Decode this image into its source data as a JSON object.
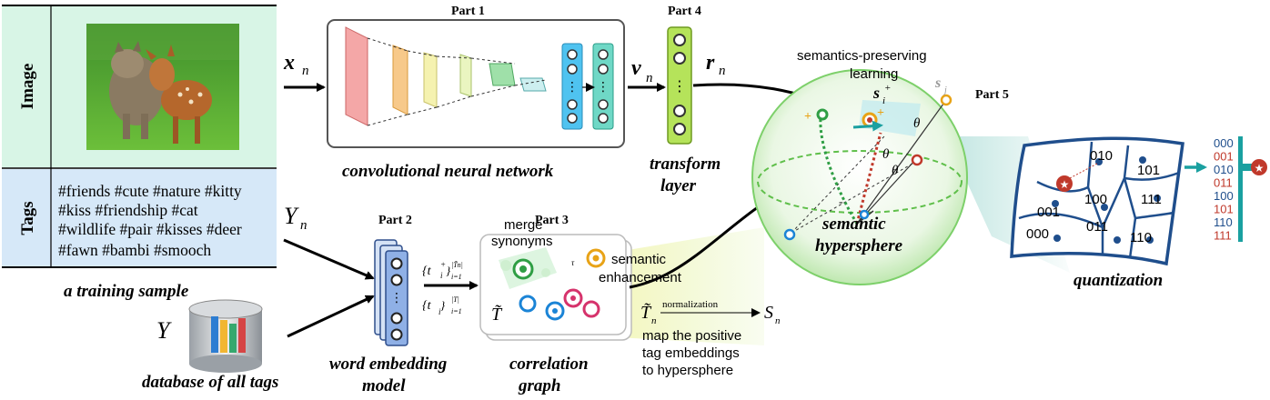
{
  "panel": {
    "image_row_label": "Image",
    "tags_row_label": "Tags",
    "tag_lines": [
      "#friends #cute #nature #kitty",
      "#kiss #friendship #cat",
      "#wildlife #pair #kisses #deer",
      "#fawn #bambi #smooch"
    ],
    "caption": "a training sample"
  },
  "symbols": {
    "x_n": "x",
    "x_n_sub": "n",
    "y_n": "Y",
    "y_n_sub": "n",
    "y_all": "Y",
    "v_n": "v",
    "v_n_sub": "n",
    "r_n": "r",
    "r_n_sub": "n"
  },
  "parts": {
    "part1": "Part 1",
    "part2": "Part 2",
    "part3": "Part 3",
    "part4": "Part 4",
    "part5": "Part 5"
  },
  "captions": {
    "cnn": "convolutional neural network",
    "transform_1": "transform",
    "transform_2": "layer",
    "database": "database of all tags",
    "word_embedding_1": "word embedding",
    "word_embedding_2": "model",
    "correlation_1": "correlation",
    "correlation_2": "graph",
    "semantic_1": "semantic",
    "semantic_2": "hypersphere",
    "quantization": "quantization"
  },
  "graph_labels": {
    "merge_1": "merge",
    "merge_2": "synonyms",
    "semantic_1": "semantic",
    "semantic_2": "enhancement",
    "tau": "τ",
    "t_tilde": "T̃"
  },
  "embedding_sets": {
    "set_top": "{t",
    "set_bottom": "{t"
  },
  "normalization": {
    "label": "normalization",
    "from": "T̃",
    "from_sub": "n",
    "to": "S",
    "to_sub": "n"
  },
  "map_note": [
    "map the positive",
    "tag embeddings",
    "to hypersphere"
  ],
  "sphere": {
    "sp_learning_1": "semantics-preserving",
    "sp_learning_2": "learning",
    "s_plus": "s",
    "s_j": "s",
    "theta": "θ"
  },
  "codes": {
    "cells": [
      "010",
      "101",
      "001",
      "100",
      "111",
      "000",
      "011",
      "110"
    ],
    "column": [
      "000",
      "001",
      "010",
      "011",
      "100",
      "101",
      "110",
      "111"
    ],
    "column_colors": [
      "#1f4e8c",
      "#c0392b",
      "#1f4e8c",
      "#c0392b",
      "#1f4e8c",
      "#c0392b",
      "#1f4e8c",
      "#c0392b"
    ]
  },
  "colors": {
    "panel_green": "#d8f5e6",
    "panel_blue": "#d6e8f8",
    "quant_blue": "#1f4e8c",
    "transform_green": "#b5e35a",
    "star_red": "#c0392b"
  }
}
